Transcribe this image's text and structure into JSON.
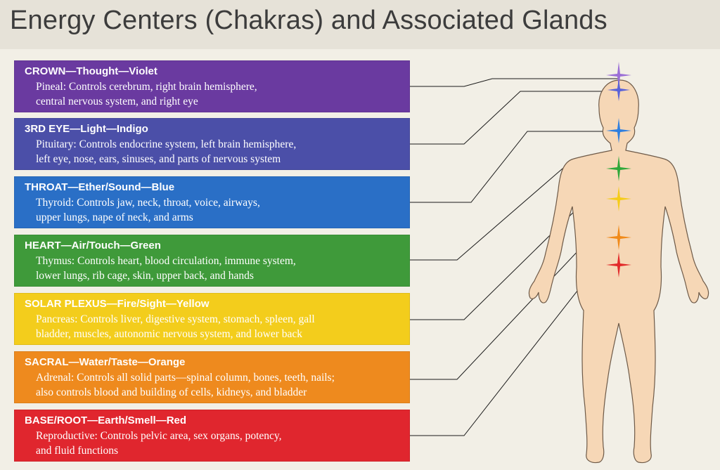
{
  "title": "Energy Centers (Chakras) and Associated Glands",
  "chakras": [
    {
      "heading": "CROWN—Thought—Violet",
      "line1": "Pineal: Controls cerebrum, right brain hemisphere,",
      "line2": "central nervous system, and right eye",
      "color": "#6a3aa0",
      "star_color": "#9b6fd6"
    },
    {
      "heading": "3RD EYE—Light—Indigo",
      "line1": "Pituitary: Controls endocrine system, left brain hemisphere,",
      "line2": "left eye, nose, ears, sinuses, and parts of nervous system",
      "color": "#4b4fa8",
      "star_color": "#5a62d8"
    },
    {
      "heading": "THROAT—Ether/Sound—Blue",
      "line1": "Thyroid: Controls jaw, neck, throat, voice, airways,",
      "line2": "upper lungs, nape of neck, and arms",
      "color": "#2a6fc6",
      "star_color": "#2f7fe0"
    },
    {
      "heading": "HEART—Air/Touch—Green",
      "line1": "Thymus: Controls heart, blood circulation, immune system,",
      "line2": "lower lungs, rib cage, skin, upper back, and hands",
      "color": "#3f9a3a",
      "star_color": "#2fa83a"
    },
    {
      "heading": "SOLAR PLEXUS—Fire/Sight—Yellow",
      "line1": "Pancreas: Controls liver, digestive system, stomach, spleen, gall",
      "line2": "bladder, muscles, autonomic nervous system, and lower back",
      "color": "#f3cd1c",
      "star_color": "#f5cc1a"
    },
    {
      "heading": "SACRAL—Water/Taste—Orange",
      "line1": "Adrenal: Controls all solid parts—spinal column, bones, teeth, nails;",
      "line2": "also controls blood and building of cells, kidneys, and bladder",
      "color": "#ee8a1e",
      "star_color": "#f08a1a"
    },
    {
      "heading": "BASE/ROOT—Earth/Smell—Red",
      "line1": "Reproductive: Controls pelvic area, sex organs, potency,",
      "line2": "and fluid functions",
      "color": "#e0262e",
      "star_color": "#e22a2a"
    }
  ]
}
